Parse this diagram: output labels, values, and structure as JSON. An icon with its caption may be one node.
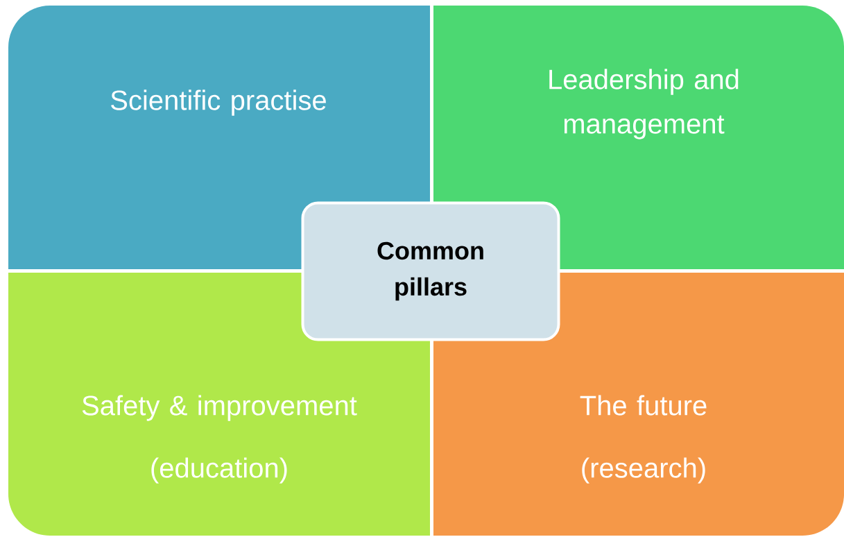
{
  "diagram": {
    "nodes": [
      {
        "text": [
          "Scientific practise"
        ]
      },
      {
        "text": [
          "Leadership and management"
        ]
      },
      {
        "text": [
          "Common pillars"
        ]
      },
      {
        "text": [
          "Safety & improvement",
          "(education)"
        ]
      },
      {
        "text": [
          "The future",
          "(research)"
        ]
      }
    ]
  }
}
